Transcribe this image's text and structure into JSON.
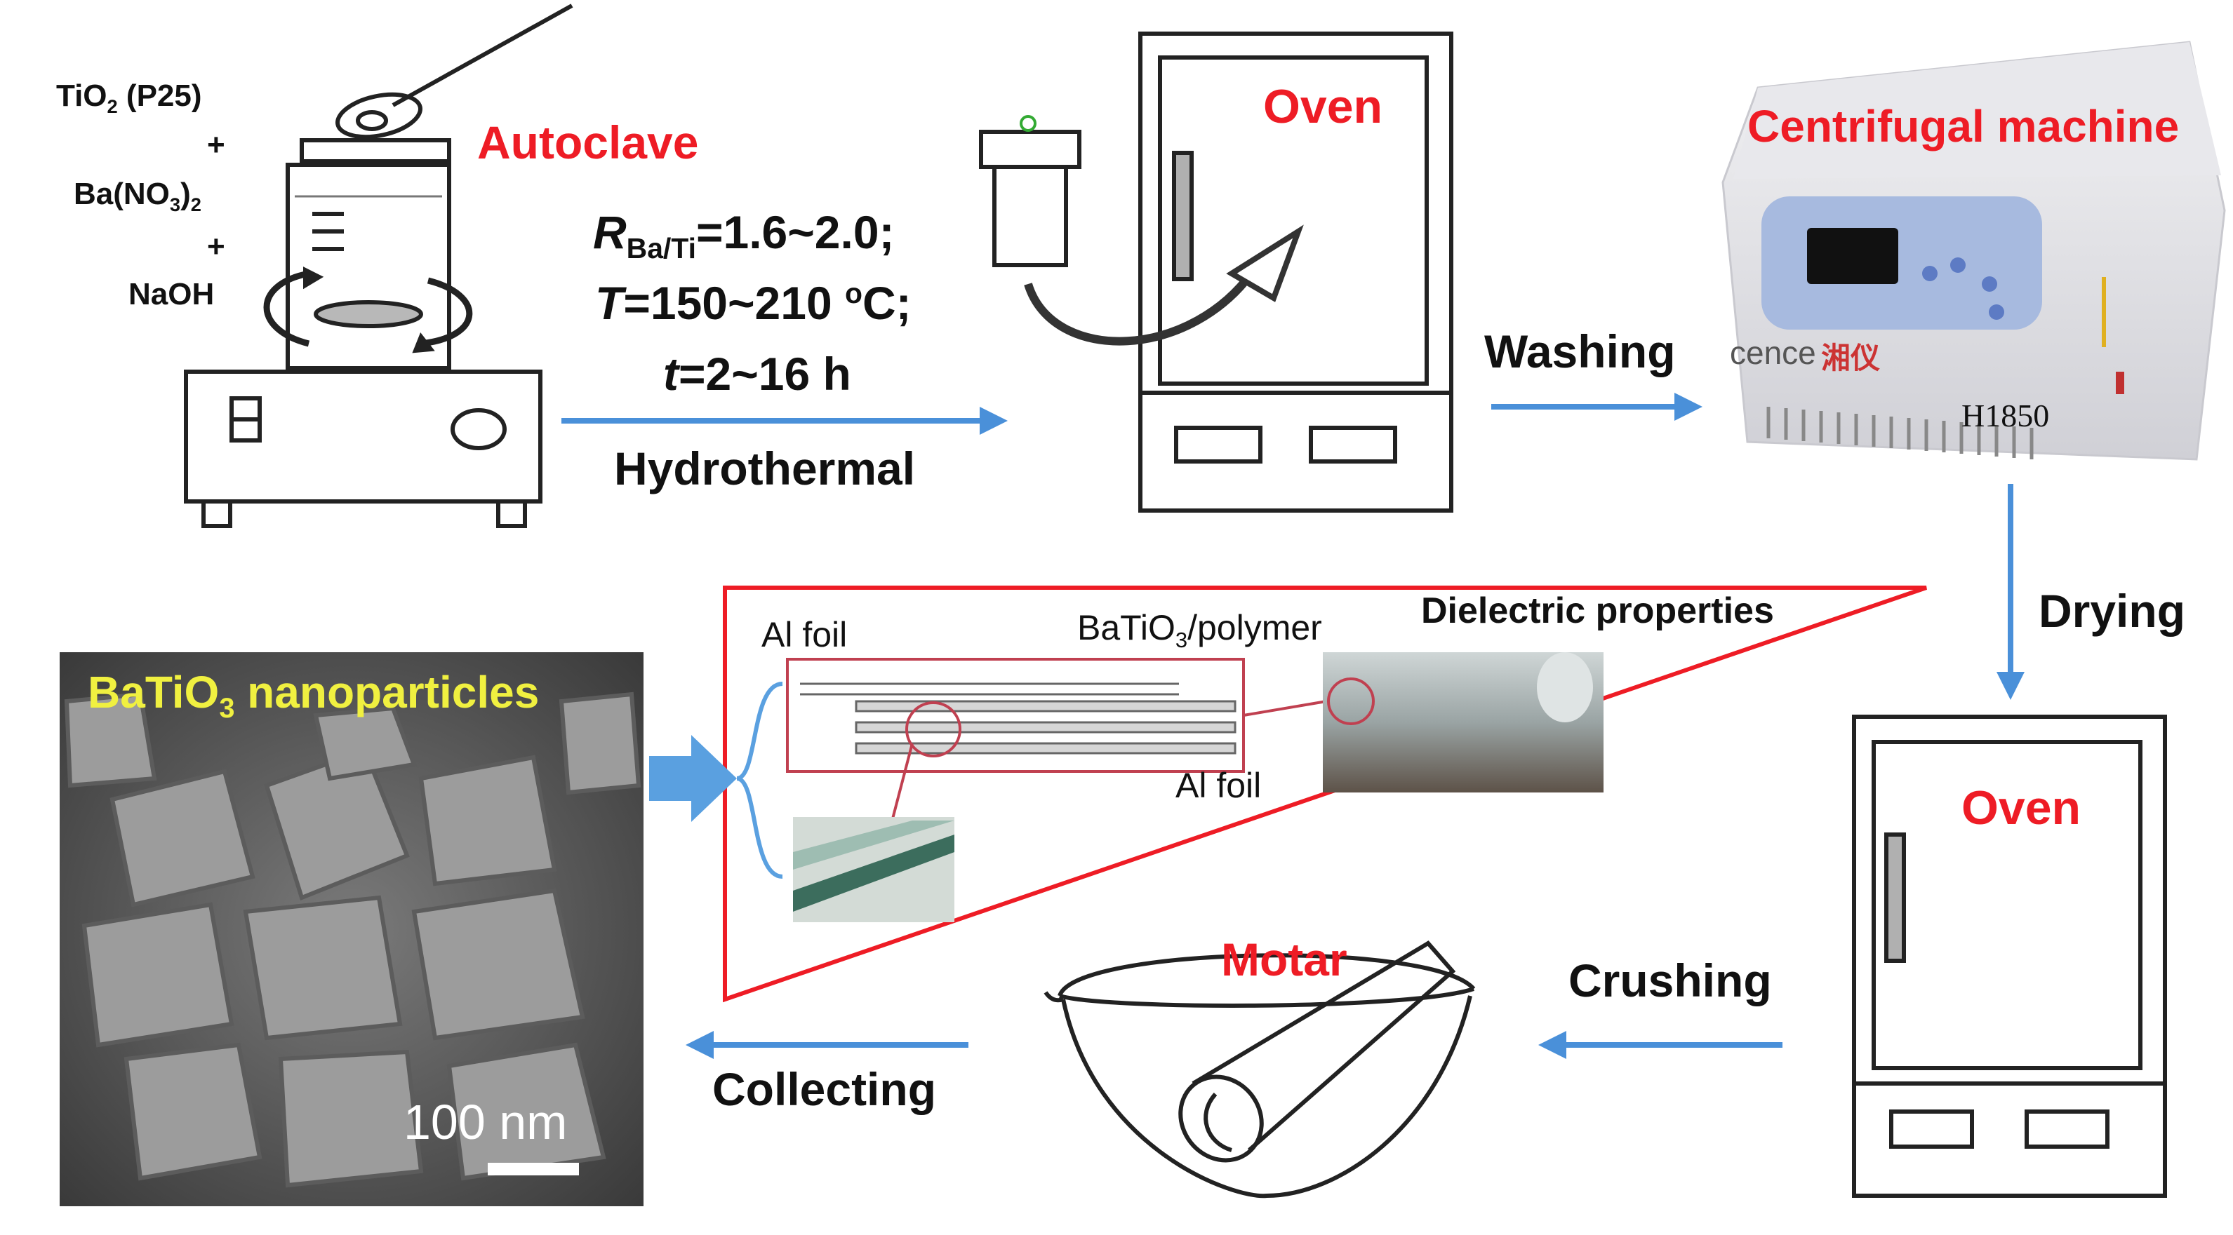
{
  "labels": {
    "tio2": "TiO",
    "tio2_sub": "2",
    "tio2_suffix": " (P25)",
    "plus": "+",
    "banitrate_a": "Ba(NO",
    "banitrate_sub": "3",
    "banitrate_b": ")",
    "banitrate_sub2": "2",
    "naoh": "NaOH",
    "autoclave": "Autoclave",
    "cond_r": "R",
    "cond_r_sub": "Ba/Ti",
    "cond_r_val": "=1.6~2.0;",
    "cond_t": "T",
    "cond_t_val": "=150~210 ",
    "cond_t_deg": "o",
    "cond_t_unit": "C;",
    "cond_time": "t",
    "cond_time_val": "=2~16 h",
    "hydrothermal": "Hydrothermal",
    "oven_top": "Oven",
    "washing": "Washing",
    "centrifugal": "Centrifugal machine",
    "cence": "cence",
    "xiangyi": "湘仪",
    "h1850": "H1850",
    "drying": "Drying",
    "oven_bottom": "Oven",
    "crushing": "Crushing",
    "motar": "Motar",
    "collecting": "Collecting",
    "al_foil_1": "Al foil",
    "al_foil_2": "Al foil",
    "batio3_polymer_a": "BaTiO",
    "batio3_polymer_sub": "3",
    "batio3_polymer_b": "/polymer",
    "dielectric": "Dielectric properties",
    "nano_a": "BaTiO",
    "nano_sub": "3",
    "nano_b": " nanoparticles",
    "scale": "100 nm"
  },
  "colors": {
    "accent_red": "#ee1c25",
    "arrow_blue": "#4a90d9",
    "label_yellow": "#f0f040"
  }
}
